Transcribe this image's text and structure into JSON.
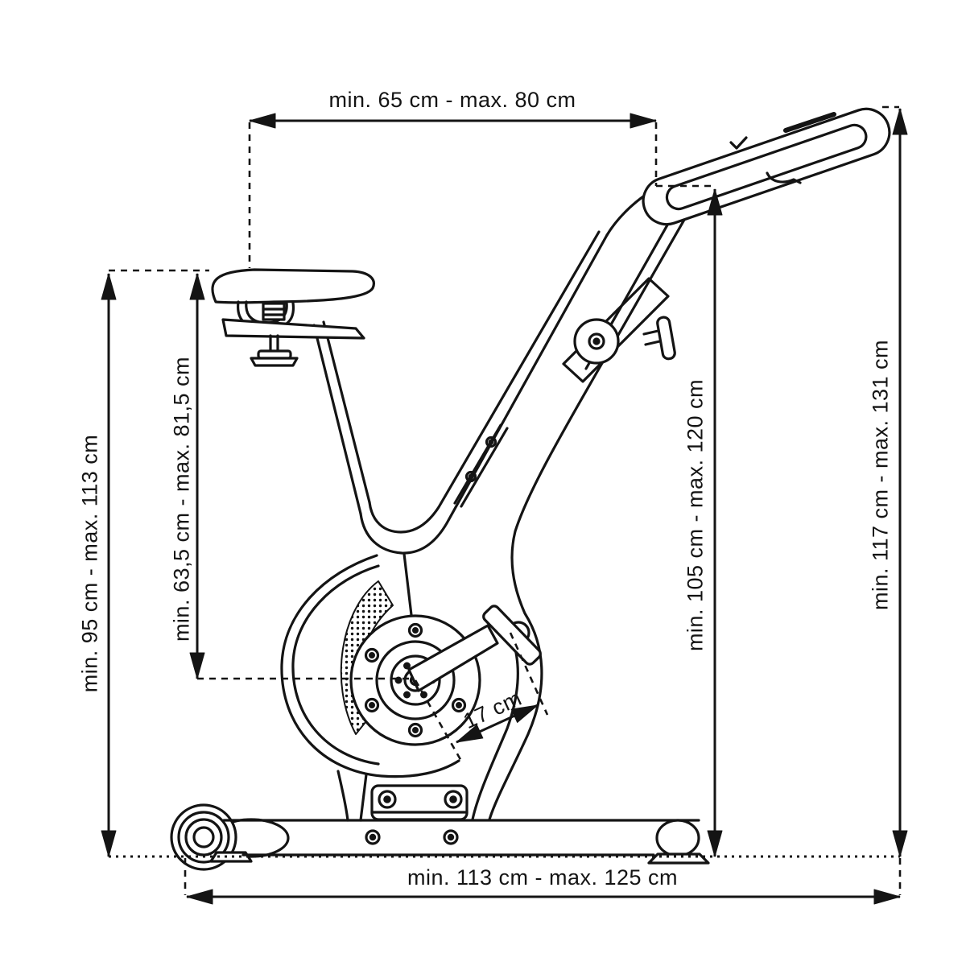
{
  "diagram": {
    "title": "exercise bike side-view dimension drawing",
    "colors": {
      "line": "#141414",
      "background": "#ffffff"
    },
    "dimensions": {
      "top_width": {
        "label": "min. 65 cm - max. 80 cm",
        "min_cm": 65,
        "max_cm": 80,
        "orientation": "horizontal",
        "measures": "saddle to handlebar reach"
      },
      "left_outer_height": {
        "label": "min. 95 cm - max. 113 cm",
        "min_cm": 95,
        "max_cm": 113,
        "orientation": "vertical",
        "measures": "floor to saddle height"
      },
      "left_inner_height": {
        "label": "min. 63,5 cm - max. 81,5 cm",
        "min_cm": 63.5,
        "max_cm": 81.5,
        "orientation": "vertical",
        "measures": "crank axle to saddle height"
      },
      "right_inner_height": {
        "label": "min. 105 cm - max. 120 cm",
        "min_cm": 105,
        "max_cm": 120,
        "orientation": "vertical",
        "measures": "floor to handlebar grip height"
      },
      "right_outer_height": {
        "label": "min. 117 cm - max. 131 cm",
        "min_cm": 117,
        "max_cm": 131,
        "orientation": "vertical",
        "measures": "floor to handlebar top height"
      },
      "crank_length": {
        "label": "17 cm",
        "value_cm": 17,
        "orientation": "diagonal",
        "measures": "crank arm length"
      },
      "bottom_length": {
        "label": "min. 113 cm - max. 125 cm",
        "min_cm": 113,
        "max_cm": 125,
        "orientation": "horizontal",
        "measures": "base footprint length"
      }
    }
  }
}
